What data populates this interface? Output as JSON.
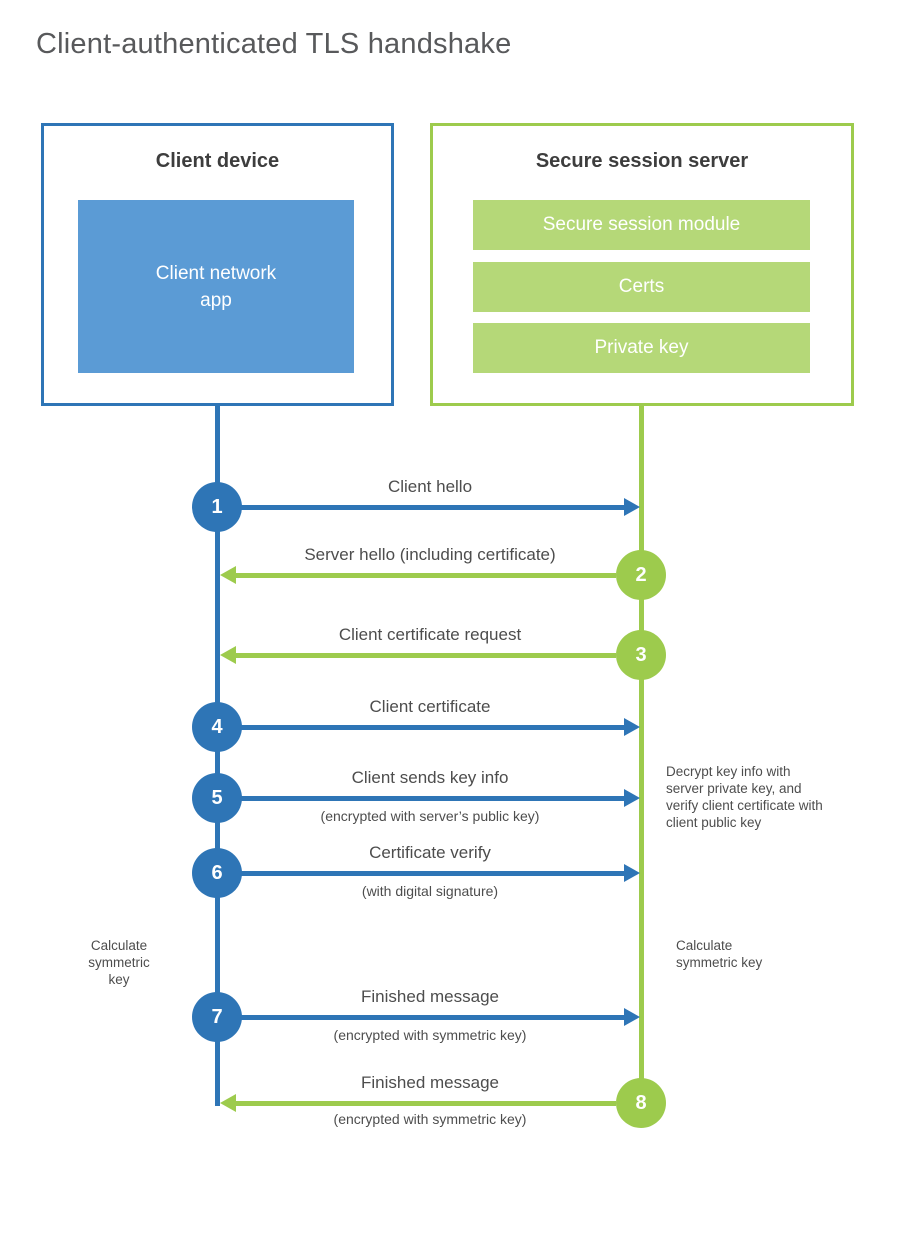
{
  "title": "Client-authenticated TLS handshake",
  "client_box": {
    "title": "Client device",
    "app": "Client network app"
  },
  "server_box": {
    "title": "Secure session server",
    "modules": [
      "Secure session module",
      "Certs",
      "Private key"
    ]
  },
  "steps": [
    {
      "num": "1",
      "label": "Client hello",
      "sub": "",
      "from": "client",
      "to": "server"
    },
    {
      "num": "2",
      "label": "Server hello (including certificate)",
      "sub": "",
      "from": "server",
      "to": "client"
    },
    {
      "num": "3",
      "label": "Client certificate request",
      "sub": "",
      "from": "server",
      "to": "client"
    },
    {
      "num": "4",
      "label": "Client certificate",
      "sub": "",
      "from": "client",
      "to": "server"
    },
    {
      "num": "5",
      "label": "Client sends key info",
      "sub": "(encrypted with server’s public key)",
      "from": "client",
      "to": "server"
    },
    {
      "num": "6",
      "label": "Certificate verify",
      "sub": "(with digital signature)",
      "from": "client",
      "to": "server"
    },
    {
      "num": "7",
      "label": "Finished message",
      "sub": "(encrypted with symmetric key)",
      "from": "client",
      "to": "server"
    },
    {
      "num": "8",
      "label": "Finished message",
      "sub": "(encrypted with symmetric key)",
      "from": "server",
      "to": "client"
    }
  ],
  "annotations": {
    "decrypt_note": "Decrypt key info with server private key, and verify client certificate with client public key",
    "calculate_left": "Calculate symmetric key",
    "calculate_right": "Calculate symmetric key"
  },
  "colors": {
    "blue": "#2e75b6",
    "blue_fill": "#5b9bd5",
    "green": "#9dcb4d",
    "green_fill": "#b5d878"
  }
}
